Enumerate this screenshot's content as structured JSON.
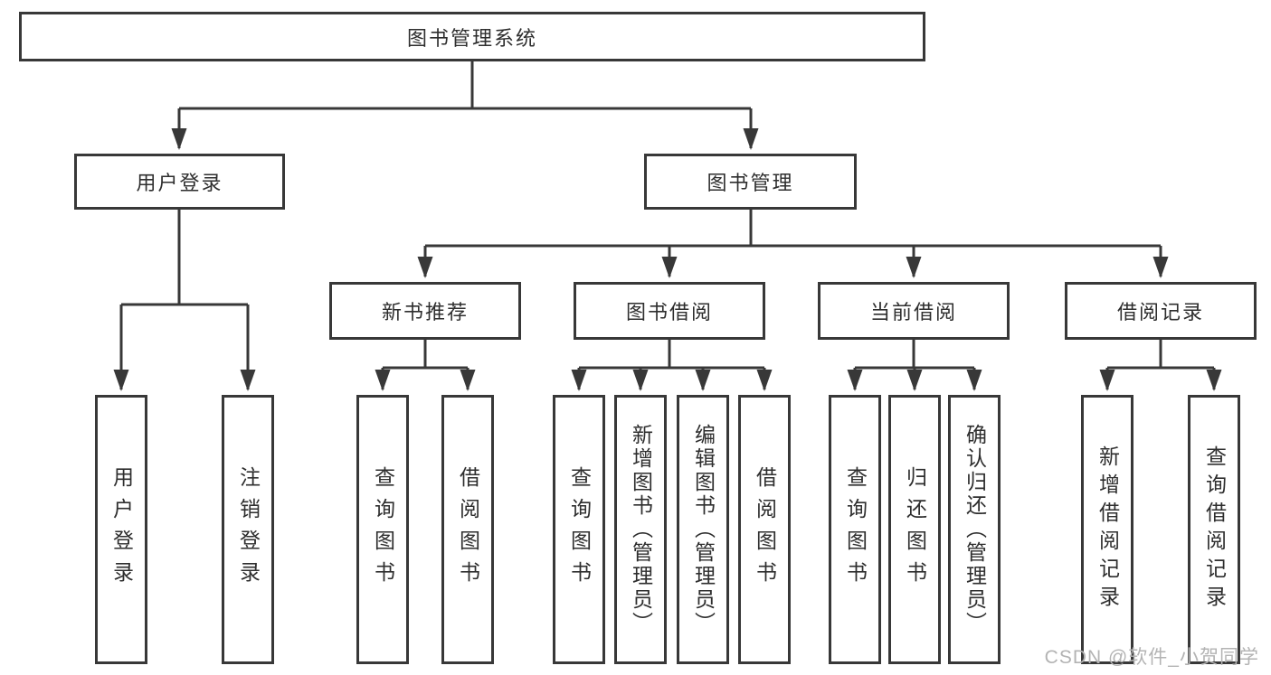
{
  "tree": {
    "label": "图书管理系统",
    "children": [
      {
        "label": "用户登录",
        "children": [
          {
            "label": "用户登录"
          },
          {
            "label": "注销登录"
          }
        ]
      },
      {
        "label": "图书管理",
        "children": [
          {
            "label": "新书推荐",
            "children": [
              {
                "label": "查询图书"
              },
              {
                "label": "借阅图书"
              }
            ]
          },
          {
            "label": "图书借阅",
            "children": [
              {
                "label": "查询图书"
              },
              {
                "label": "新增图书（管理员）"
              },
              {
                "label": "编辑图书（管理员）"
              },
              {
                "label": "借阅图书"
              }
            ]
          },
          {
            "label": "当前借阅",
            "children": [
              {
                "label": "查询图书"
              },
              {
                "label": "归还图书"
              },
              {
                "label": "确认归还（管理员）"
              }
            ]
          },
          {
            "label": "借阅记录",
            "children": [
              {
                "label": "新增借阅记录"
              },
              {
                "label": "查询借阅记录"
              }
            ]
          }
        ]
      }
    ]
  },
  "watermark": {
    "text": "CSDN @软件_小贺同学"
  },
  "colors": {
    "line": "#383838",
    "text": "#2e2e2e",
    "background": "#ffffff",
    "watermark": "#b3b3b3"
  }
}
